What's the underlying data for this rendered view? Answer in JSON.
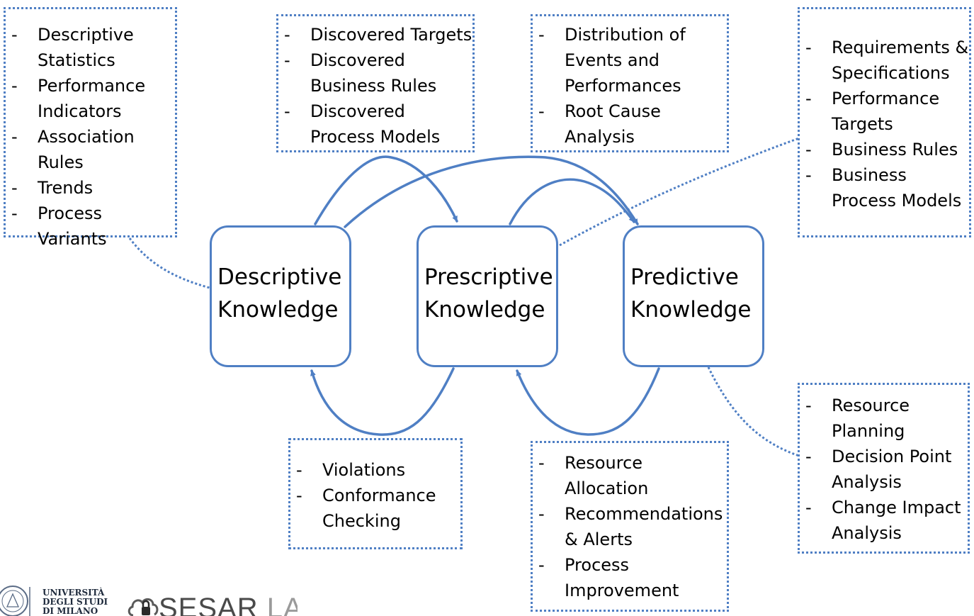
{
  "nodes": {
    "descriptive": [
      "Descriptive",
      "Knowledge"
    ],
    "prescriptive": [
      "Prescriptive",
      "Knowledge"
    ],
    "predictive": [
      "Predictive",
      "Knowledge"
    ]
  },
  "callouts": {
    "descriptive_outputs": [
      "Descriptive Statistics",
      "Performance Indicators",
      "Association Rules",
      "Trends",
      "Process Variants"
    ],
    "discovery": [
      "Discovered Targets",
      "Discovered Business Rules",
      "Discovered Process Models"
    ],
    "distribution": [
      "Distribution of Events and Performances",
      "Root Cause Analysis"
    ],
    "prescriptive_inputs": [
      "Requirements & Specifications",
      "Performance Targets",
      "Business Rules",
      "Business Process Models"
    ],
    "conformance": [
      "Violations",
      "Conformance Checking"
    ],
    "recommendations": [
      "Resource Allocation",
      "Recommendations & Alerts",
      "Process Improvement"
    ],
    "predictive_outputs": [
      "Resource Planning",
      "Decision Point Analysis",
      "Change Impact Analysis"
    ]
  },
  "logos": {
    "university_lines": [
      "UNIVERSITÀ",
      "DEGLI STUDI",
      "DI MILANO"
    ],
    "lab_name": "SESAR",
    "lab_suffix": "LAB"
  },
  "colors": {
    "accent": "#4f7fc4",
    "text": "#000000",
    "background": "#ffffff"
  }
}
